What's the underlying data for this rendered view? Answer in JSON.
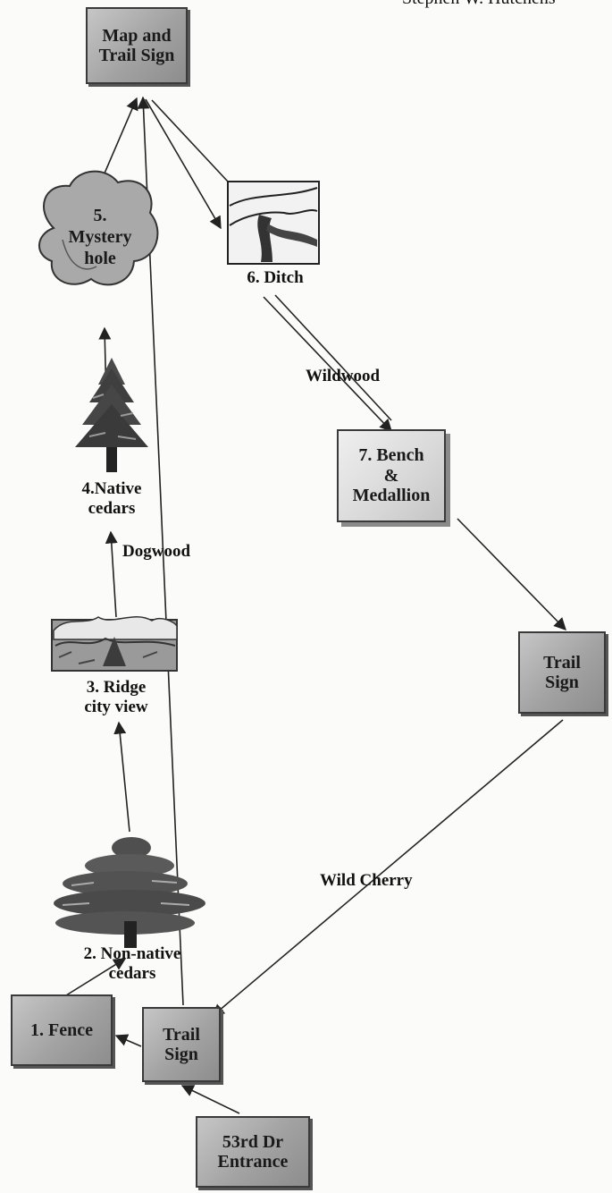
{
  "header_text": "Stephen W. Hutchens",
  "nodes": {
    "map_sign": "Map and\nTrail Sign",
    "mystery_hole_line1": "5.",
    "mystery_hole_line2": "Mystery",
    "mystery_hole_line3": "hole",
    "ditch": "6. Ditch",
    "native_cedars": "4.Native\ncedars",
    "bench": "7. Bench\n&\nMedallion",
    "ridge": "3. Ridge\ncity view",
    "trail_sign_right": "Trail\nSign",
    "non_native_cedars": "2. Non-native\ncedars",
    "fence": "1. Fence",
    "trail_sign_bottom": "Trail\nSign",
    "entrance": "53rd Dr\nEntrance"
  },
  "trail_labels": {
    "dogwood": "Dogwood",
    "wildwood": "Wildwood",
    "wild_cherry": "Wild Cherry"
  },
  "icons": [
    "cedar-tree-icon",
    "ridge-city-view-icon",
    "ditch-icon",
    "mystery-hole-cloud"
  ]
}
